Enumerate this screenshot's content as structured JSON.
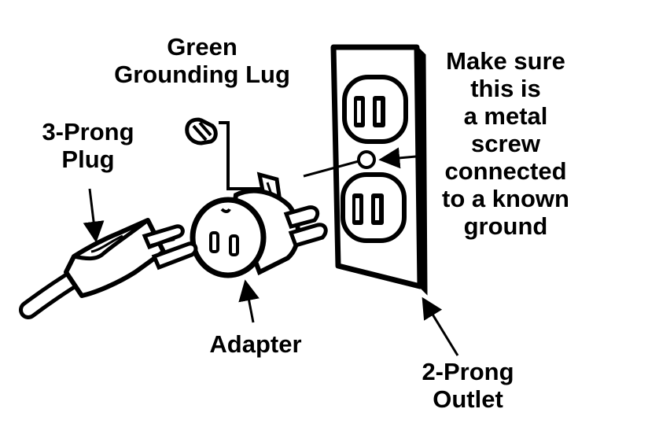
{
  "labels": {
    "green_lug": [
      "Green",
      "Grounding Lug"
    ],
    "plug": [
      "3-Prong",
      "Plug"
    ],
    "make_sure": [
      "Make sure",
      "this is",
      "a metal",
      "screw",
      "connected",
      "to a known",
      "ground"
    ],
    "adapter": [
      "Adapter"
    ],
    "outlet": [
      "2-Prong",
      "Outlet"
    ]
  },
  "colors": {
    "ink": "#000000",
    "paper": "#ffffff"
  }
}
